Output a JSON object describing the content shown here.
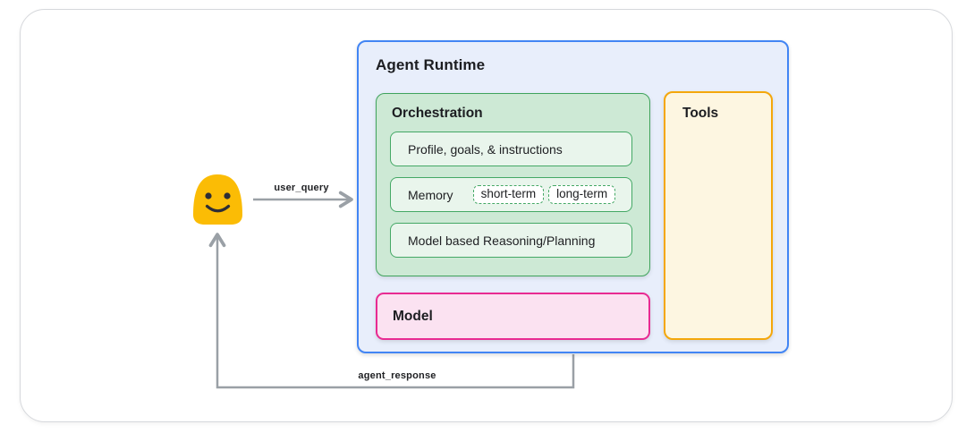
{
  "labels": {
    "user_query": "user_query",
    "agent_response": "agent_response"
  },
  "agent_runtime": {
    "title": "Agent Runtime",
    "orchestration": {
      "title": "Orchestration",
      "items": [
        {
          "label": "Profile, goals, & instructions"
        },
        {
          "label": "Memory",
          "chips": [
            "short-term",
            "long-term"
          ]
        },
        {
          "label": "Model based Reasoning/Planning"
        }
      ]
    },
    "model": {
      "title": "Model"
    },
    "tools": {
      "title": "Tools"
    }
  },
  "icons": {
    "user": "smiley-user-icon"
  },
  "colors": {
    "runtime_border": "#4285f4",
    "runtime_fill": "#e8eefb",
    "orchestration_border": "#3fa35c",
    "orchestration_fill": "#cde9d5",
    "orchestration_item_fill": "#e9f5ec",
    "orchestration_item_border": "#44a865",
    "model_border": "#e82b92",
    "model_fill": "#fbe2f1",
    "tools_border": "#f4a70b",
    "tools_fill": "#fdf6e1",
    "arrow": "#9aa0a6",
    "user_icon": "#fbbc05",
    "card_border": "#d6d8dc"
  }
}
